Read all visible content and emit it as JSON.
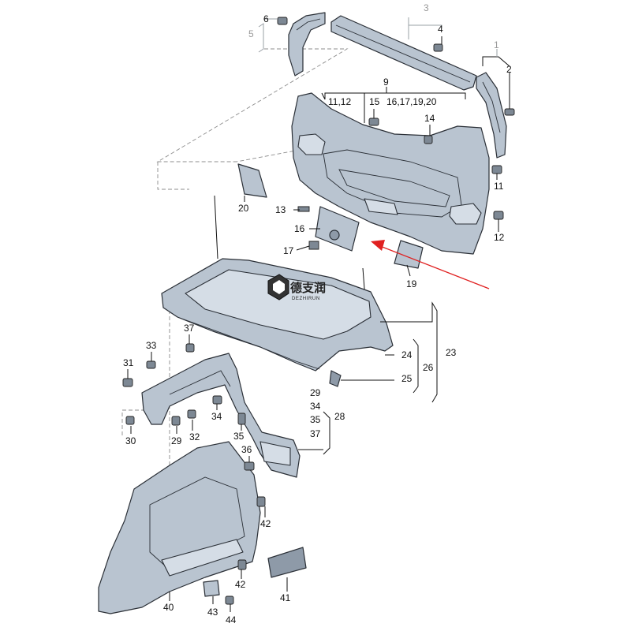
{
  "watermark": {
    "brand": "德支润",
    "sub": "DEZHIRUN"
  },
  "callouts": {
    "c1": "1",
    "c2": "2",
    "c3": "3",
    "c4": "4",
    "c5": "5",
    "c6": "6",
    "c9": "9",
    "c11_12": "11,12",
    "c15": "15",
    "c16_20": "16,17,19,20",
    "c14": "14",
    "c11": "11",
    "c12": "12",
    "c13": "13",
    "c16": "16",
    "c17": "17",
    "c19": "19",
    "c20": "20",
    "c23": "23",
    "c24": "24",
    "c25": "25",
    "c26": "26",
    "c28": "28",
    "c29a": "29",
    "c34a": "34",
    "c35a": "35",
    "c37a": "37",
    "c37": "37",
    "c33": "33",
    "c31": "31",
    "c30": "30",
    "c29": "29",
    "c32": "32",
    "c34": "34",
    "c35": "35",
    "c36": "36",
    "c42a": "42",
    "c42b": "42",
    "c40": "40",
    "c41": "41",
    "c43": "43",
    "c44": "44"
  },
  "colors": {
    "part": "#b9c4d0",
    "arrow": "#e02020"
  }
}
